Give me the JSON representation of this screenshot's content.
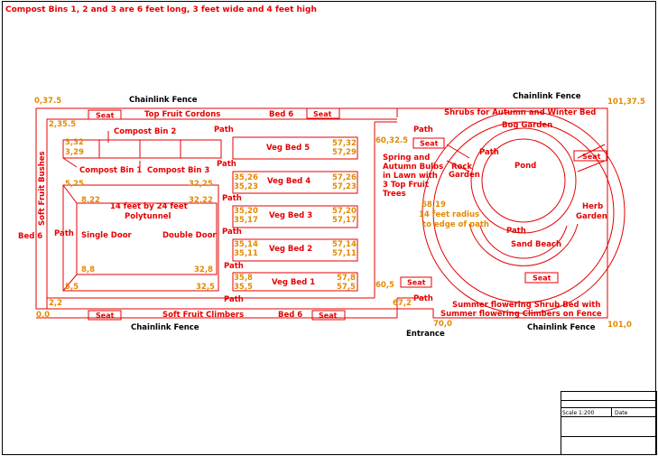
{
  "header": {
    "note": "Compost Bins 1, 2 and 3 are 6 feet long, 3 feet wide and 4 feet high"
  },
  "labels": {
    "chainlink_fence_top_left": "Chainlink Fence",
    "chainlink_fence_top_right": "Chainlink Fence",
    "chainlink_fence_bottom_left": "Chainlink Fence",
    "chainlink_fence_bottom_right": "Chainlink Fence",
    "entrance": "Entrance",
    "top_fruit_cordons": "Top Fruit Cordons",
    "soft_fruit_climbers": "Soft Fruit Climbers",
    "bed6_top": "Bed 6",
    "bed6_bottom": "Bed 6",
    "bed6_left": "Bed 6",
    "soft_fruit_bushes": "Soft Fruit Bushes",
    "shrubs_autumn": "Shrubs for Autumn and Winter Bed",
    "bog_garden": "Bog Garden",
    "pond": "Pond",
    "herb_garden_1": "Herb",
    "herb_garden_2": "Garden",
    "rock_garden_1": "Rock",
    "rock_garden_2": "Garden",
    "sand_beach": "Sand Beach",
    "bulbs_1": "Spring and",
    "bulbs_2": "Autumn Bulbs",
    "bulbs_3": "in Lawn with",
    "bulbs_4": "3 Top Fruit",
    "bulbs_5": "Trees",
    "radius_1": "14 feet radius",
    "radius_2": "to edge of path",
    "summer_1": "Summer flowering Shrub Bed with",
    "summer_2": "Summer flowering Climbers on Fence",
    "compost_bin_1": "Compost Bin 1",
    "compost_bin_2": "Compost Bin 2",
    "compost_bin_3": "Compost Bin 3",
    "polytunnel_1": "14 feet by 24 feet",
    "polytunnel_2": "Polytunnel",
    "single_door": "Single Door",
    "double_door": "Double Door",
    "veg_bed_1": "Veg Bed 1",
    "veg_bed_2": "Veg Bed 2",
    "veg_bed_3": "Veg Bed 3",
    "veg_bed_4": "Veg Bed 4",
    "veg_bed_5": "Veg Bed 5",
    "path": "Path",
    "seat": "Seat"
  },
  "coords": {
    "c_0_37_5": "0,37.5",
    "c_101_37_5": "101,37.5",
    "c_2_35_5": "2,35.5",
    "c_3_32": "3,32",
    "c_3_29": "3,29",
    "c_5_25": "5,25",
    "c_32_25": "32,25",
    "c_8_22": "8,22",
    "c_32_22": "32,22",
    "c_8_8": "8,8",
    "c_32_8": "32,8",
    "c_5_5": "5,5",
    "c_32_5": "32,5",
    "c_2_2": "2,2",
    "c_0_0": "0,0",
    "c_57_32": "57,32",
    "c_57_29": "57,29",
    "c_35_26": "35,26",
    "c_35_23": "35,23",
    "c_57_26": "57,26",
    "c_57_23": "57,23",
    "c_35_20": "35,20",
    "c_35_17": "35,17",
    "c_57_20": "57,20",
    "c_57_17": "57,17",
    "c_35_14": "35,14",
    "c_35_11": "35,11",
    "c_57_14": "57,14",
    "c_57_11": "57,11",
    "c_35_8": "35,8",
    "c_35_5": "35,5",
    "c_57_8": "57,8",
    "c_57_5": "57,5",
    "c_60_32_5": "60,32.5",
    "c_60_5": "60,5",
    "c_67_2": "67,2",
    "c_68_19": "68,19",
    "c_70_0": "70,0",
    "c_101_0": "101,0"
  },
  "title_block": {
    "scale": "Scale 1:200",
    "date": "Date"
  },
  "colors": {
    "outline": "#e60000",
    "dimension": "#e38a00",
    "frame": "#000000"
  }
}
